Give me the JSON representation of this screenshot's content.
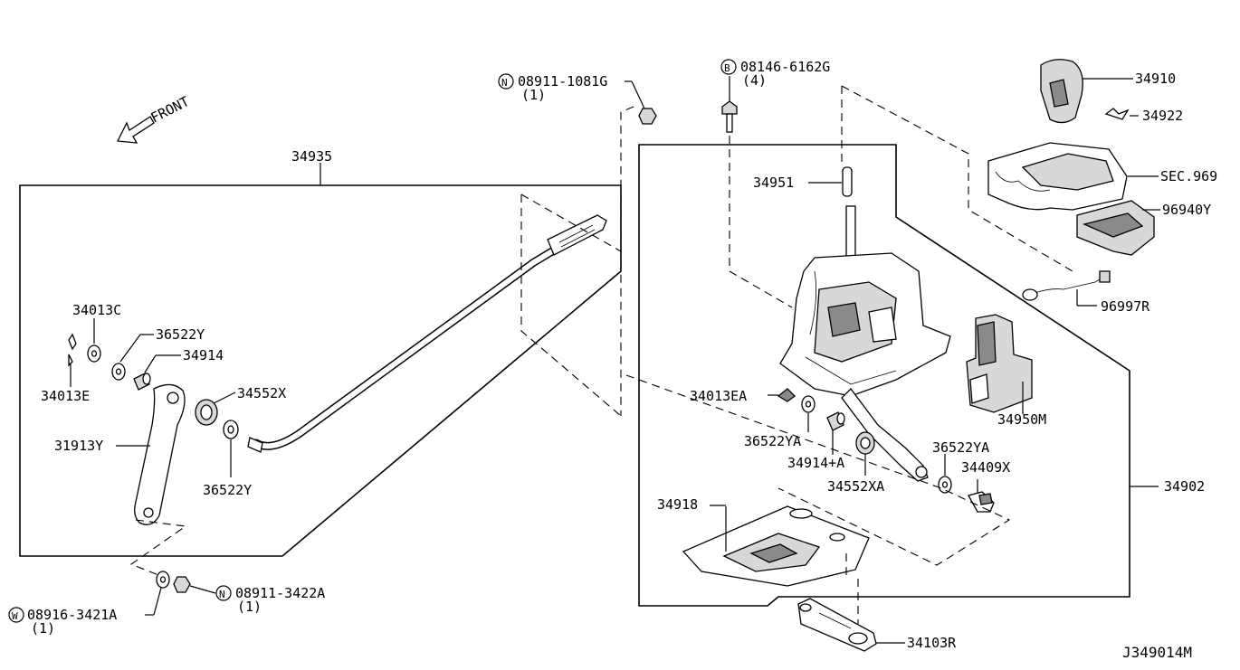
{
  "diagram": {
    "front_label": "FRONT",
    "ref_code": "J349014M",
    "callouts": {
      "c34935": "34935",
      "c34013C": "34013C",
      "c36522Y_a": "36522Y",
      "c34914": "34914",
      "c34013E": "34013E",
      "c34552X": "34552X",
      "c31913Y": "31913Y",
      "c36522Y_b": "36522Y",
      "c08911_1081G": "08911-1081G",
      "c08911_1081G_qty": "(1)",
      "c08146_6162G": "08146-6162G",
      "c08146_6162G_qty": "(4)",
      "c34951": "34951",
      "c34910": "34910",
      "c34922": "34922",
      "cSEC969": "SEC.969",
      "c96940Y": "96940Y",
      "c96997R": "96997R",
      "c34950M": "34950M",
      "c34013EA": "34013EA",
      "c36522YA_a": "36522YA",
      "c34914A": "34914+A",
      "c34552XA": "34552XA",
      "c36522YA_b": "36522YA",
      "c34409X": "34409X",
      "c34902": "34902",
      "c34918": "34918",
      "c34103R": "34103R",
      "c08916_3421A": "08916-3421A",
      "c08916_3421A_qty": "(1)",
      "c08911_3422A": "08911-3422A",
      "c08911_3422A_qty": "(1)"
    },
    "symbols": {
      "n": "N",
      "b": "B",
      "w": "W"
    }
  }
}
